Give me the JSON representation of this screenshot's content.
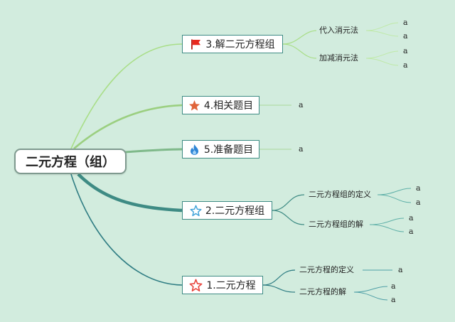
{
  "root": {
    "label": "二元方程（组）"
  },
  "branches": [
    {
      "id": "b3",
      "label": "3.解二元方程组",
      "icon": "red-flag-icon",
      "children": [
        {
          "label": "代入消元法",
          "leaves": [
            "a",
            "a"
          ]
        },
        {
          "label": "加减消元法",
          "leaves": [
            "a",
            "a"
          ]
        }
      ]
    },
    {
      "id": "b4",
      "label": "4.相关题目",
      "icon": "orange-star-icon",
      "leaves": [
        "a"
      ]
    },
    {
      "id": "b5",
      "label": "5.准备题目",
      "icon": "blue-flame-icon",
      "leaves": [
        "a"
      ]
    },
    {
      "id": "b2",
      "label": "2.二元方程组",
      "icon": "outline-blue-star-icon",
      "children": [
        {
          "label": "二元方程组的定义",
          "leaves": [
            "a",
            "a"
          ]
        },
        {
          "label": "二元方程组的解",
          "leaves": [
            "a",
            "a"
          ]
        }
      ]
    },
    {
      "id": "b1",
      "label": "1.二元方程",
      "icon": "outline-red-star-icon",
      "children": [
        {
          "label": "二元方程的定义",
          "leaves": [
            "a"
          ]
        },
        {
          "label": "二元方程的解",
          "leaves": [
            "a",
            "a"
          ]
        }
      ]
    }
  ],
  "colors": {
    "background": "#d2ecde",
    "node_border": "#3e8b84",
    "flag_red": "#e8281e",
    "star_orange": "#e0643a",
    "flame_blue": "#2f86d6",
    "star_outline_blue": "#3aa0d8",
    "star_outline_red": "#e8413a"
  }
}
